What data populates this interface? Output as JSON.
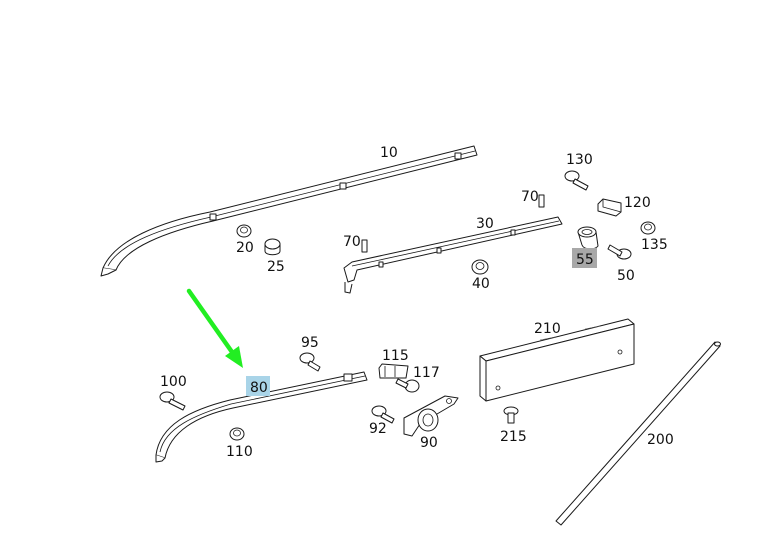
{
  "labels": {
    "p10": "10",
    "p20": "20",
    "p25": "25",
    "p30": "30",
    "p40": "40",
    "p50": "50",
    "p55": "55",
    "p70a": "70",
    "p70b": "70",
    "p80": "80",
    "p90": "90",
    "p92": "92",
    "p95": "95",
    "p100": "100",
    "p110": "110",
    "p115": "115",
    "p117": "117",
    "p120": "120",
    "p130": "130",
    "p135": "135",
    "p200": "200",
    "p210": "210",
    "p215": "215"
  },
  "colors": {
    "highlight_80": "#a9d4e8",
    "highlight_55": "#a8a8a8",
    "arrow": "#22ee22",
    "line": "#1a1a1a"
  }
}
